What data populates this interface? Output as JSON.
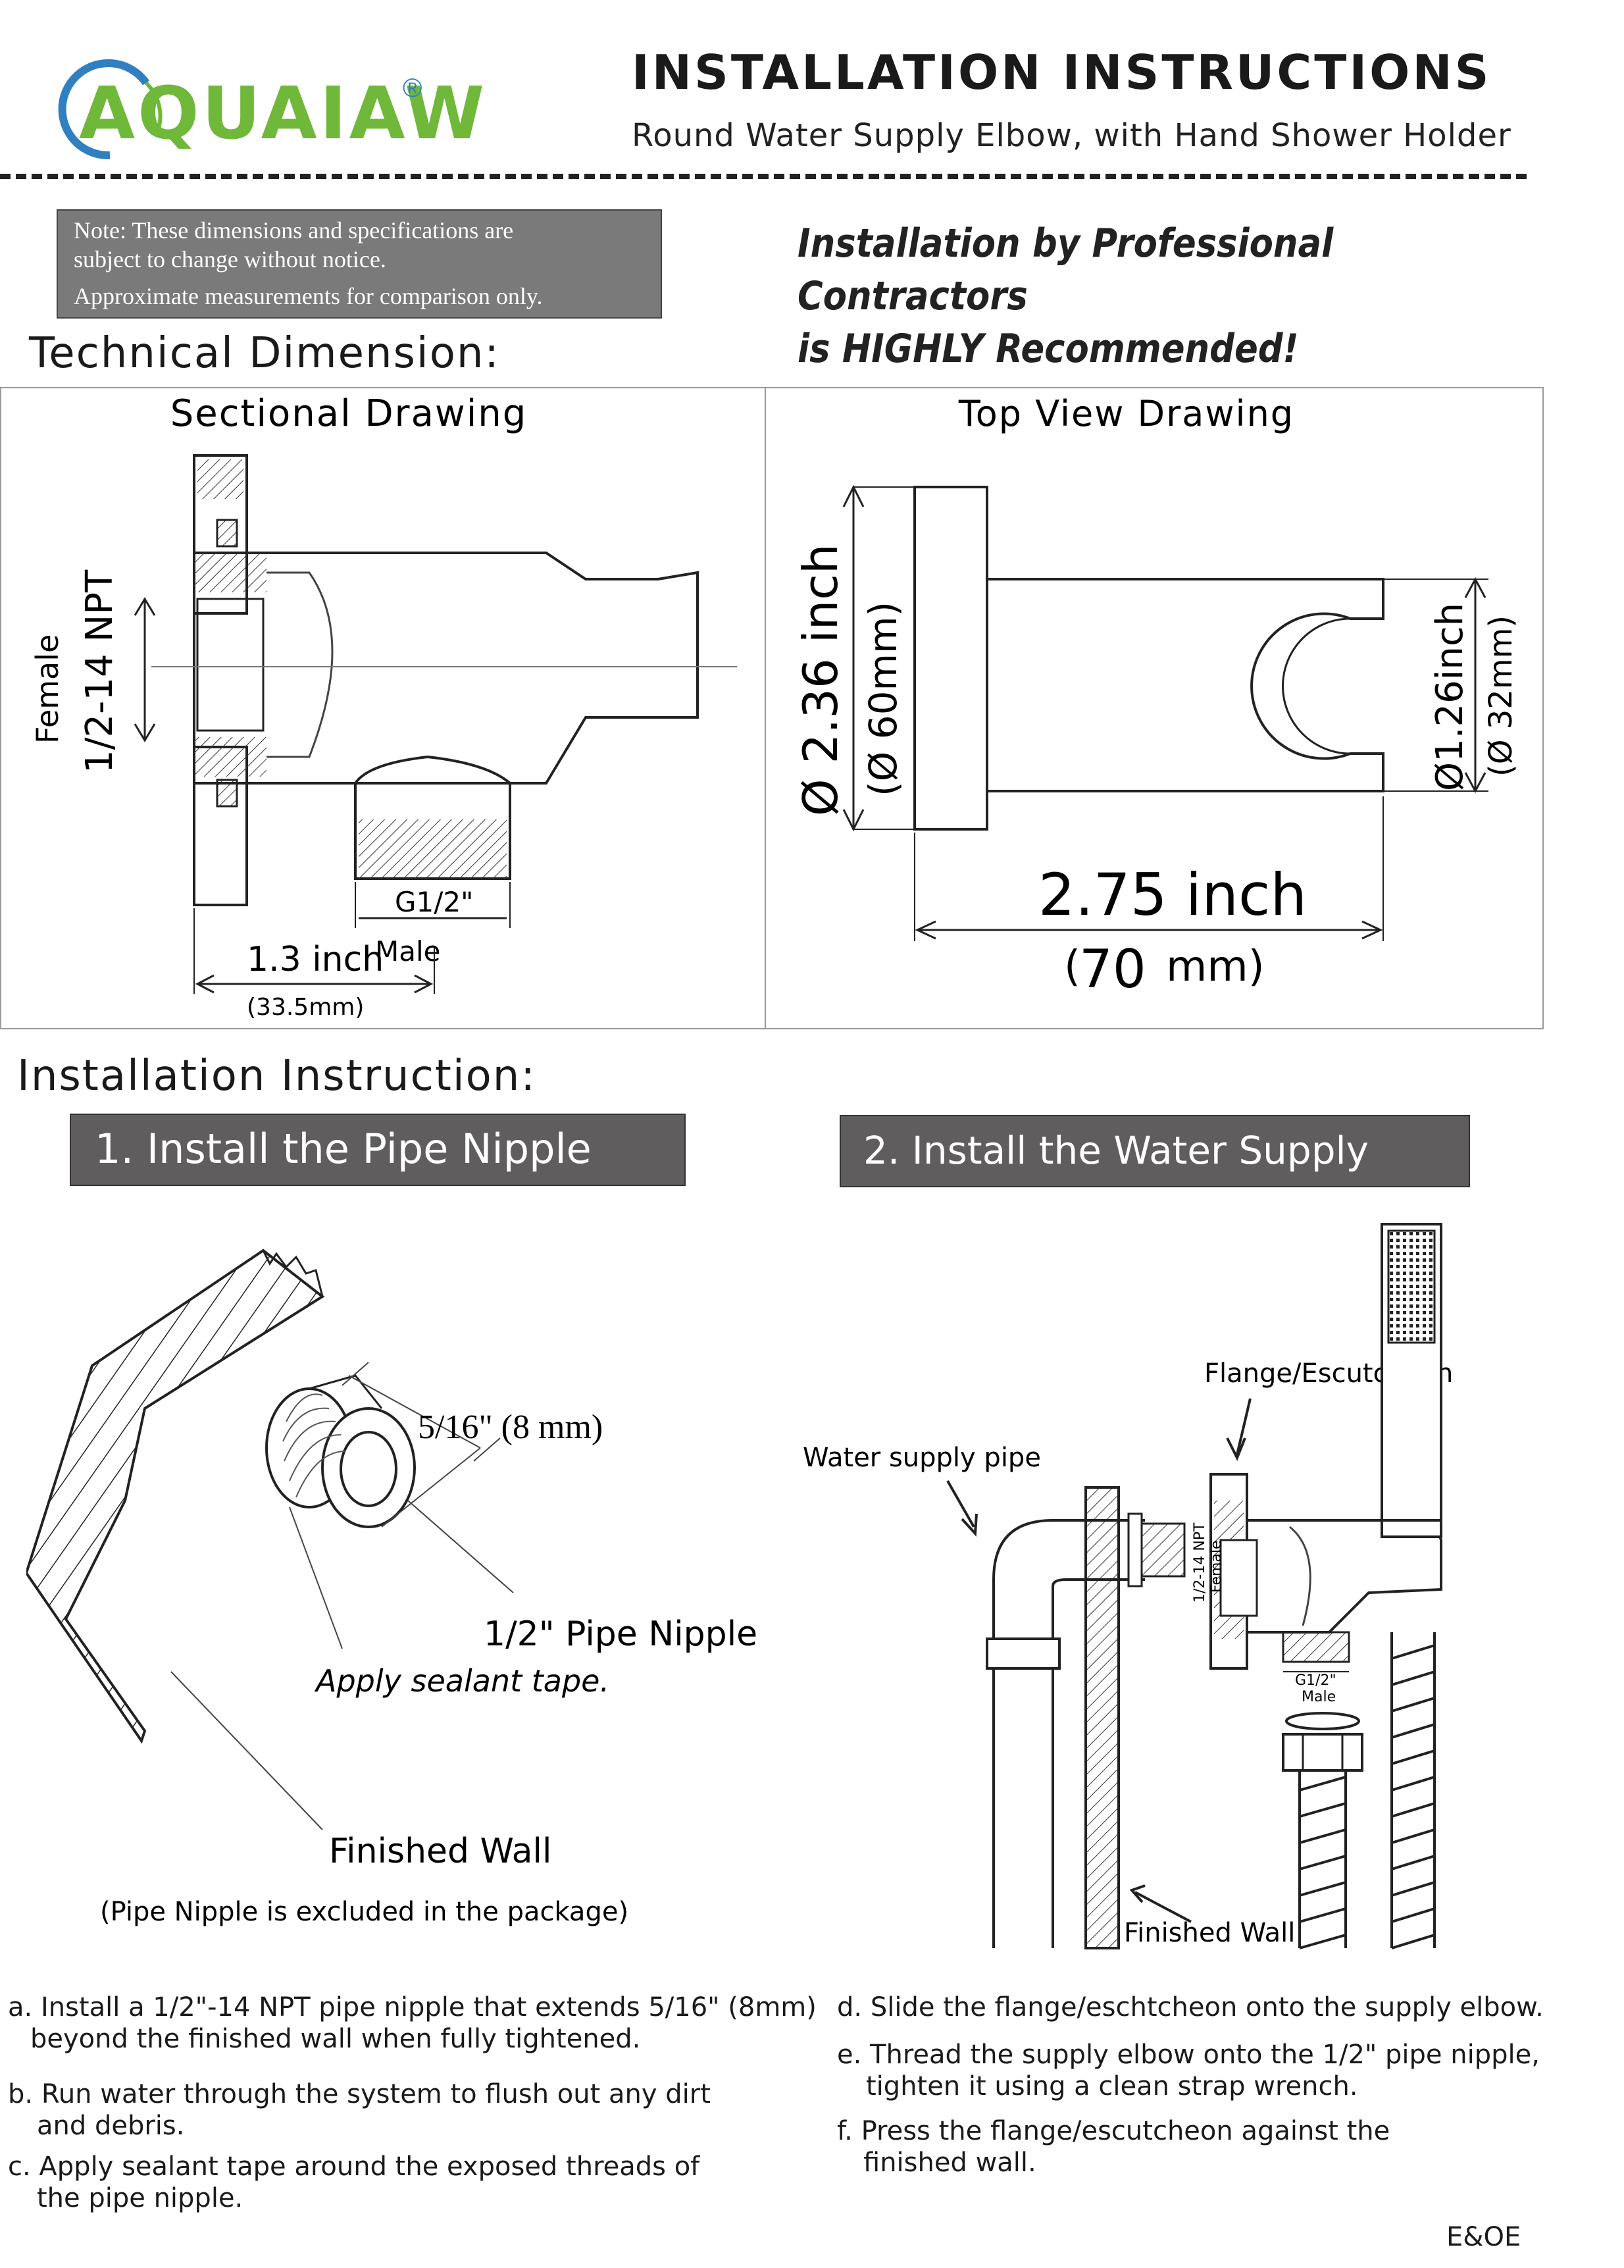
{
  "header": {
    "brand": "AQUAIAW",
    "registered": "®",
    "title": "INSTALLATION INSTRUCTIONS",
    "subtitle": "Round Water Supply Elbow, with Hand Shower Holder",
    "logo_icon": "aquaiaw-logo"
  },
  "note": {
    "line1": "Note: These dimensions and specifications are",
    "line2": "subject to change without notice.",
    "line3": "Approximate measurements for comparison only."
  },
  "recommend": {
    "line1": "Installation by Professional Contractors",
    "line2": "is HIGHLY Recommended!"
  },
  "technical": {
    "heading": "Technical Dimension:",
    "sectional": {
      "title": "Sectional Drawing",
      "female_label": "Female",
      "npt_label": "1/2-14 NPT",
      "g_label": "G1/2\"",
      "male_label": "Male",
      "width_label": "1.3 inch",
      "width_mm": "(33.5mm)"
    },
    "topview": {
      "title": "Top View Drawing",
      "dia_label": "Ø 2.36 inch",
      "dia_mm": "(Ø 60mm)",
      "holder_label": "Ø1.26inch",
      "holder_mm": "(Ø 32mm)",
      "length_label": "2.75 inch",
      "length_mm_open": "(",
      "length_mm_value": "70",
      "length_mm_close": "mm)"
    }
  },
  "installation": {
    "heading": "Installation Instruction:",
    "step1": {
      "title": "1. Install the Pipe Nipple",
      "extend_label": "5/16\" (8 mm)",
      "nipple_label": "1/2\" Pipe Nipple",
      "sealant_label": "Apply sealant tape.",
      "wall_label": "Finished Wall",
      "excluded_note": "(Pipe Nipple is excluded in the package)"
    },
    "step2": {
      "title": "2. Install the Water Supply Elbow",
      "flange_label": "Flange/Escutcheon",
      "pipe_label": "Water supply pipe",
      "wall_label": "Finished Wall",
      "npt_label": "1/2-14 NPT",
      "female_label": "Female",
      "g_label": "G1/2\"",
      "male_label": "Male"
    },
    "steps_left": [
      {
        "a": "a. Install a 1/2\"-14 NPT pipe nipple that extends 5/16\" (8mm)",
        "b": "beyond the finished wall when fully tightened."
      },
      {
        "a": "b. Run water through the system to flush out any dirt",
        "b": "and debris."
      },
      {
        "a": "c. Apply sealant tape around the exposed threads of",
        "b": "the pipe nipple."
      }
    ],
    "steps_right": [
      {
        "a": "d. Slide the flange/eschtcheon onto the supply elbow.",
        "b": ""
      },
      {
        "a": "e. Thread the supply elbow onto the 1/2\" pipe nipple,",
        "b": "tighten it using a clean strap wrench."
      },
      {
        "a": "f. Press the flange/escutcheon against the",
        "b": "finished wall."
      }
    ]
  },
  "footer": {
    "eoe": "E&OE"
  },
  "colors": {
    "brand_blue": "#2f7fc1",
    "brand_green": "#6fb83a",
    "step_bg": "#5f5d5d",
    "note_bg": "#7a7a7a"
  }
}
